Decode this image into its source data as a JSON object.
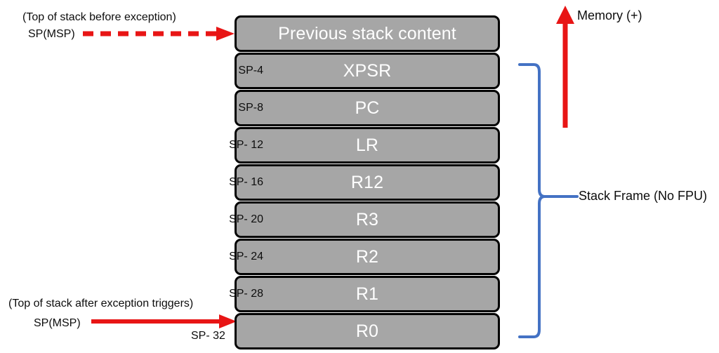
{
  "diagram": {
    "title": "ARM Cortex-M exception stack frame layout",
    "colors": {
      "box_fill": "#a6a6a6",
      "box_border": "#000000",
      "box_text": "#ffffff",
      "arrow_red": "#e81515",
      "brace_blue": "#4472c4",
      "text_black": "#0d0d0d",
      "background": "#ffffff"
    },
    "stack_rows": [
      {
        "label": "Previous stack content",
        "offset": ""
      },
      {
        "label": "XPSR",
        "offset": "SP-4"
      },
      {
        "label": "PC",
        "offset": "SP-8"
      },
      {
        "label": "LR",
        "offset": "SP- 12"
      },
      {
        "label": "R12",
        "offset": "SP- 16"
      },
      {
        "label": "R3",
        "offset": "SP- 20"
      },
      {
        "label": "R2",
        "offset": "SP- 24"
      },
      {
        "label": "R1",
        "offset": "SP- 28"
      },
      {
        "label": "R0",
        "offset": ""
      }
    ],
    "bottom_offset_label": "SP- 32",
    "annotations": {
      "top_note_before": "(Top of stack before exception)",
      "sp_msp_top": "SP(MSP)",
      "top_note_after": "(Top of stack after exception triggers)",
      "sp_msp_bottom": "SP(MSP)",
      "memory_direction": "Memory (+)",
      "stack_frame": "Stack Frame (No FPU)"
    },
    "icons": {
      "dashed_arrow": "dashed-right-arrow-icon",
      "solid_arrow": "solid-right-arrow-icon",
      "memory_arrow": "up-arrow-icon",
      "brace": "curly-brace-icon"
    }
  }
}
